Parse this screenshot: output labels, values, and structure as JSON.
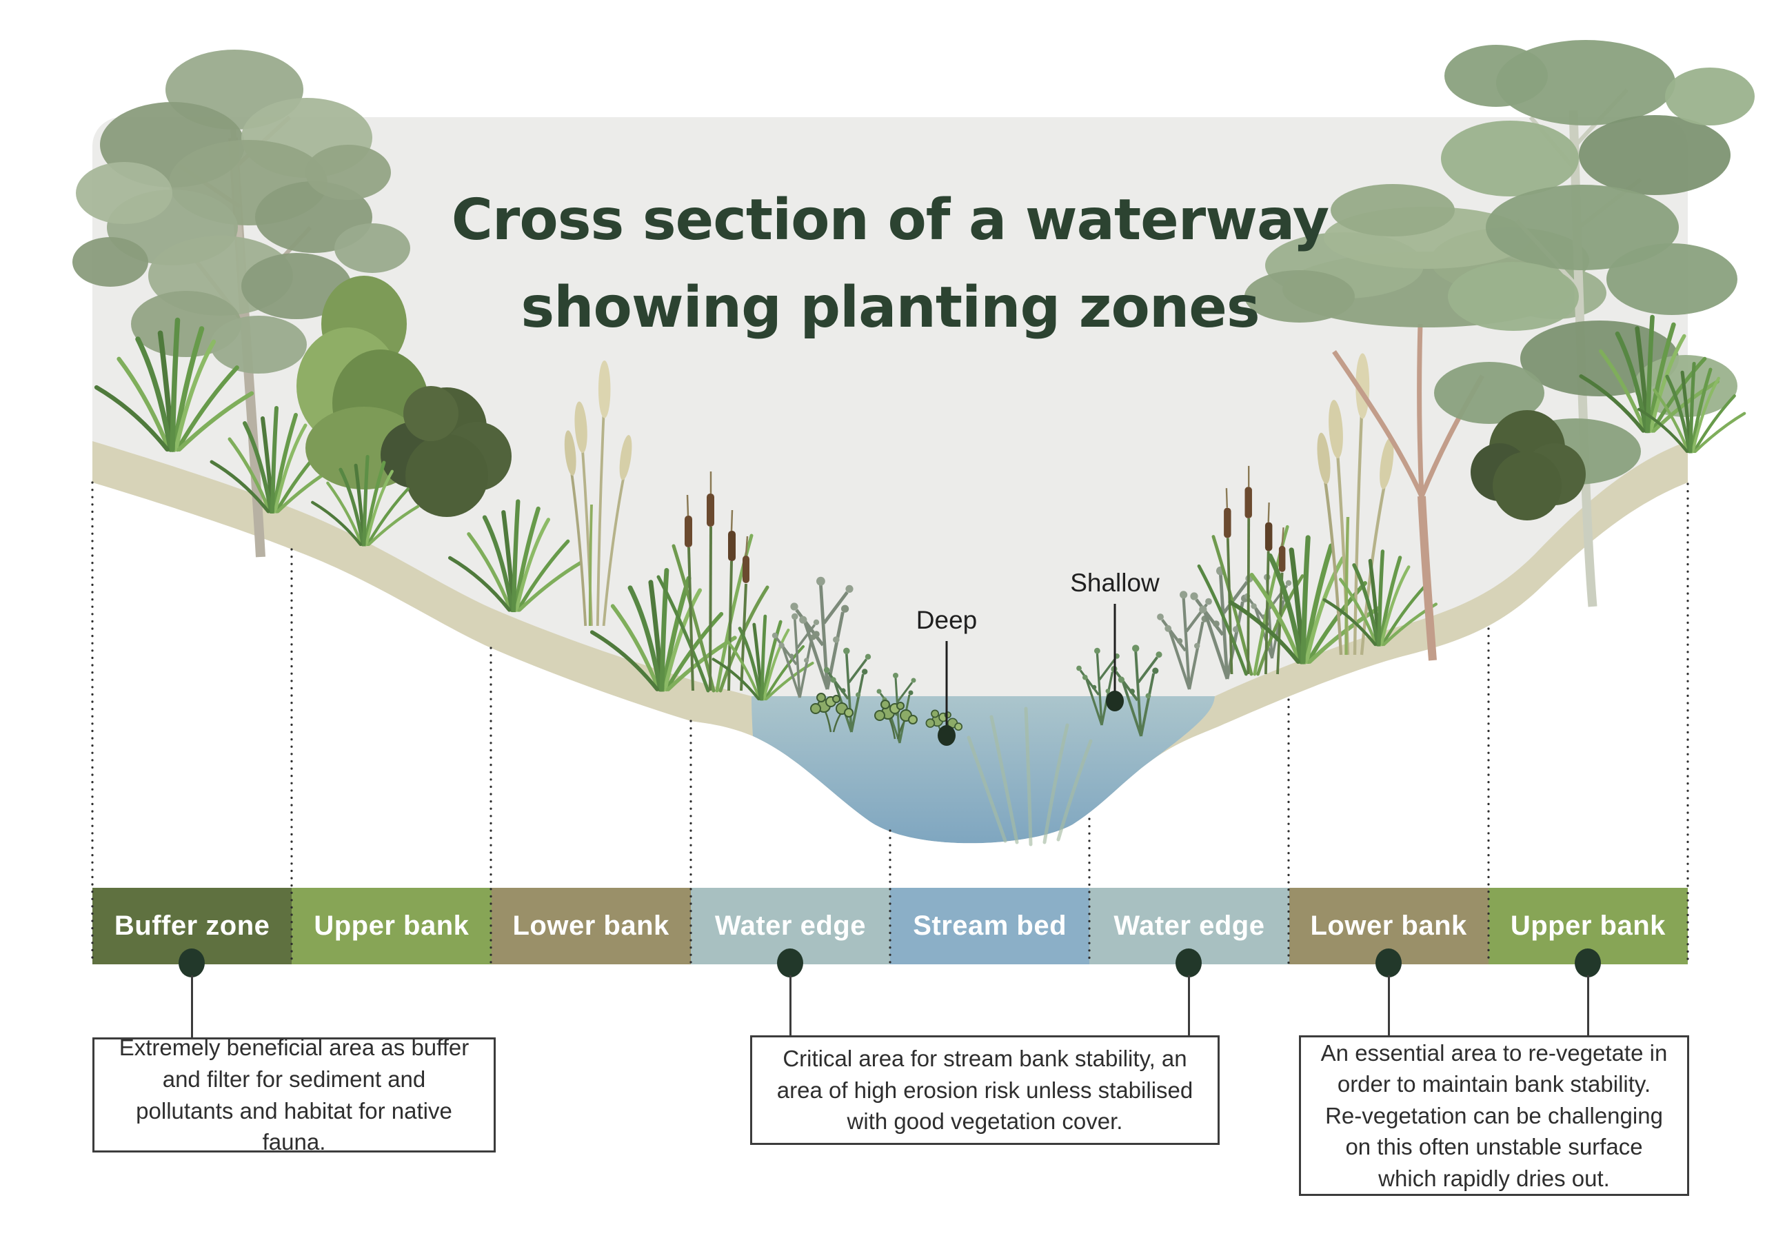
{
  "title": {
    "line1": "Cross section of a waterway",
    "line2": "showing planting zones",
    "color": "#2c4331"
  },
  "water_labels": {
    "deep": "Deep",
    "shallow": "Shallow"
  },
  "zones": [
    {
      "label": "Buffer zone",
      "color": "#5f7140"
    },
    {
      "label": "Upper bank",
      "color": "#87a556"
    },
    {
      "label": "Lower bank",
      "color": "#9a9069"
    },
    {
      "label": "Water edge",
      "color": "#a8c0c1"
    },
    {
      "label": "Stream bed",
      "color": "#8bafc7"
    },
    {
      "label": "Water edge",
      "color": "#a8c0c1"
    },
    {
      "label": "Lower bank",
      "color": "#9a9069"
    },
    {
      "label": "Upper bank",
      "color": "#87a556"
    }
  ],
  "zone_label_color": "#ffffff",
  "callouts": [
    {
      "text": "Extremely beneficial area as buffer and filter for sediment and pollutants and habitat for native fauna."
    },
    {
      "text": "Critical area for stream bank stability, an area of high erosion risk unless stabilised with good vegetation cover."
    },
    {
      "text": "An essential area to re-vegetate in order to maintain bank stability. Re-vegetation can be challenging on this often unstable surface which rapidly dries out."
    }
  ],
  "palette": {
    "panel_bg": "#ececea",
    "ground_tan": "#d7d3b8",
    "water_top": "#abc5cc",
    "water_deep": "#7fa6c0",
    "connector_dot": "#22382a",
    "dotted_line": "#2e2e2e"
  }
}
